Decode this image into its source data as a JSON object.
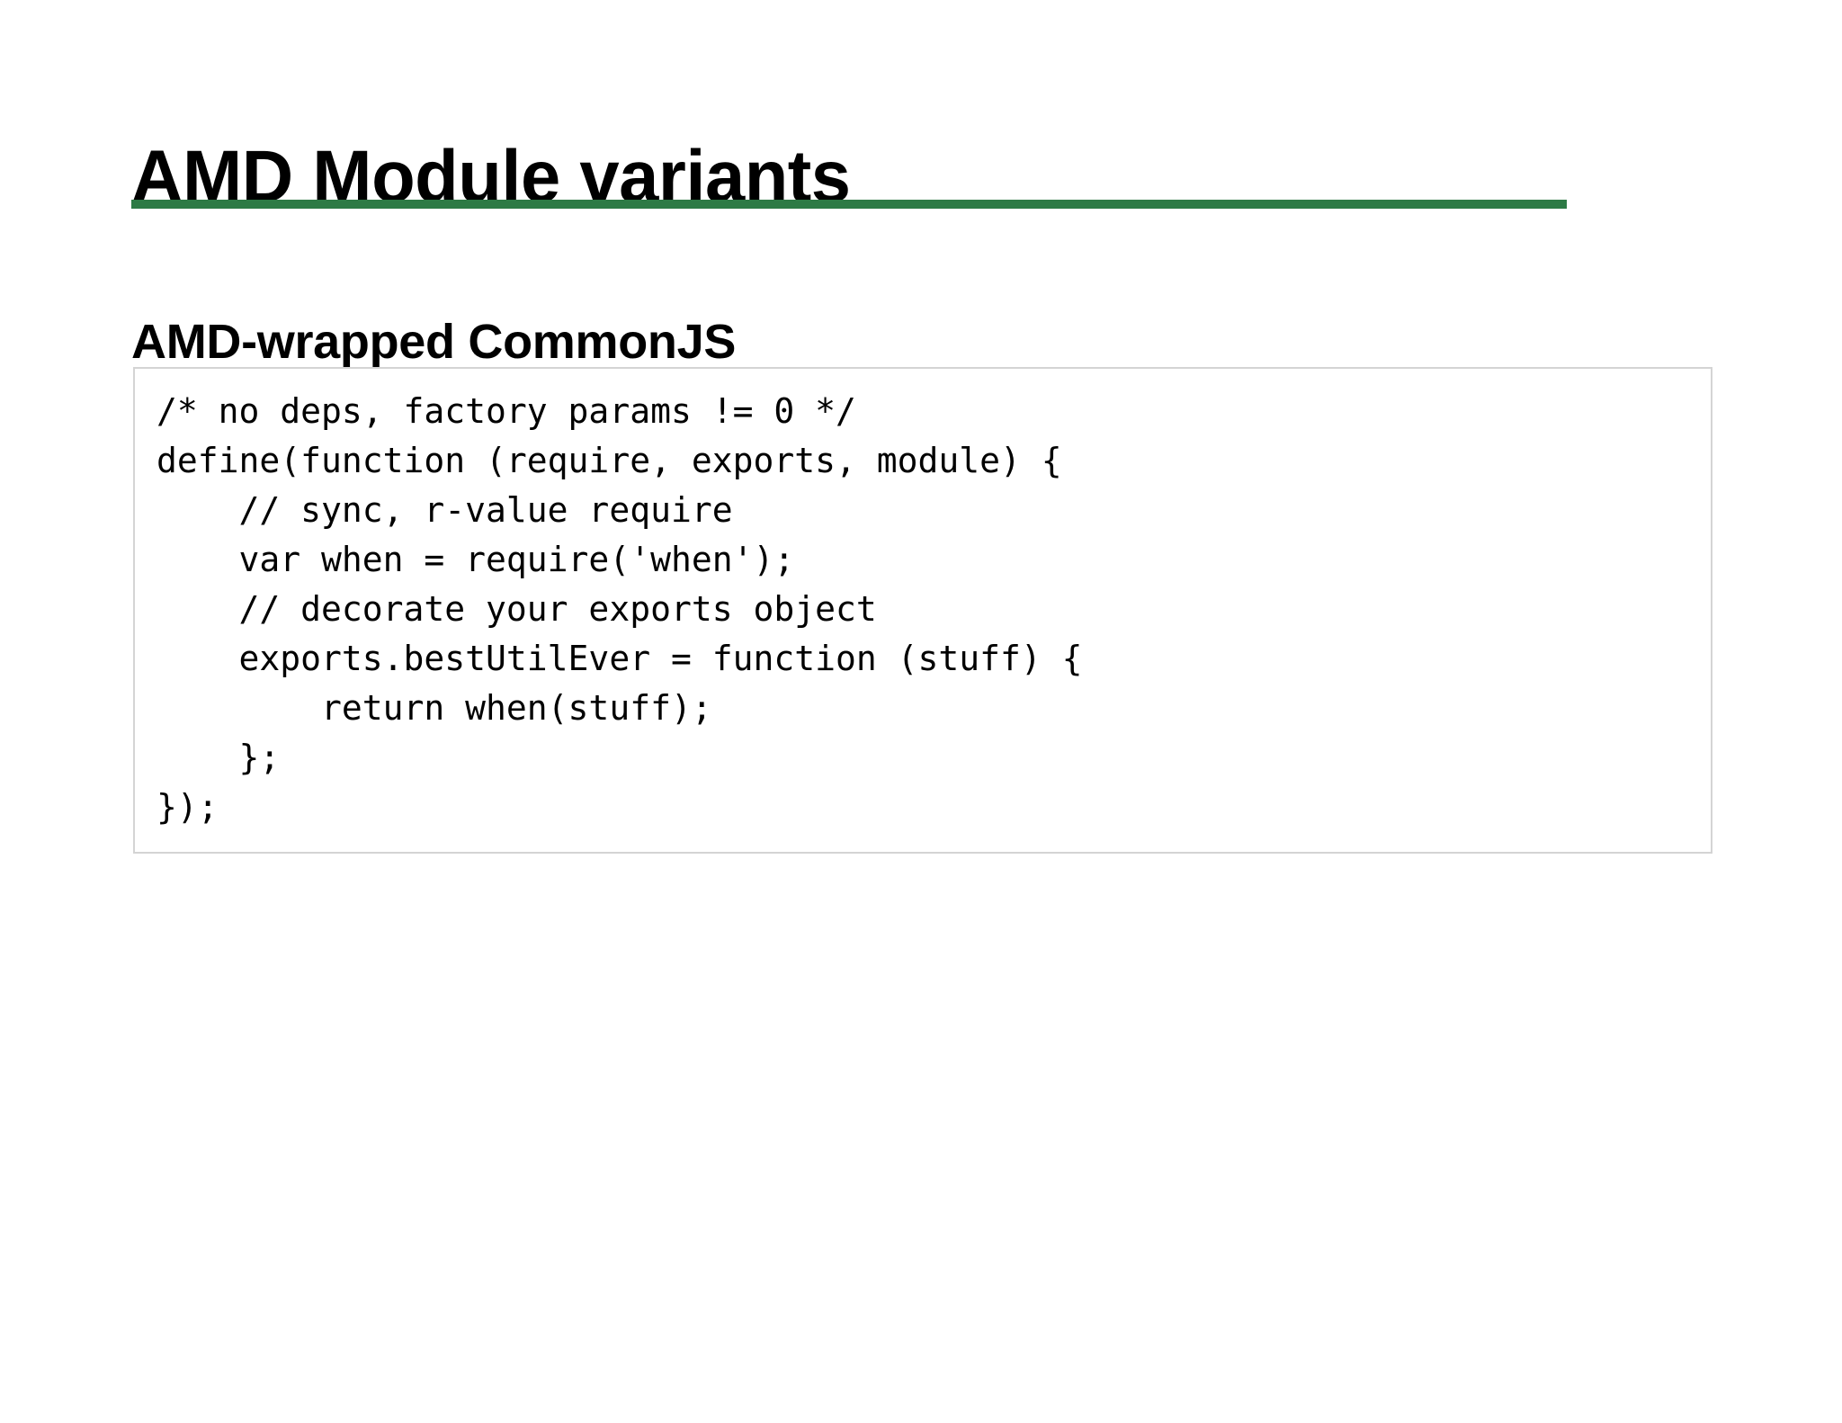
{
  "slide": {
    "title": "AMD Module variants",
    "section_heading": "AMD-wrapped CommonJS",
    "accent_color": "#2d7a45",
    "text_color": "#000000",
    "background_color": "#ffffff",
    "code_border_color": "#d4d4d4"
  },
  "code_block": {
    "language": "javascript",
    "lines": [
      "/* no deps, factory params != 0 */",
      "define(function (require, exports, module) {",
      "    // sync, r-value require",
      "    var when = require('when');",
      "    // decorate your exports object",
      "    exports.bestUtilEver = function (stuff) {",
      "        return when(stuff);",
      "    };",
      "});"
    ],
    "full_text": "/* no deps, factory params != 0 */\ndefine(function (require, exports, module) {\n    // sync, r-value require\n    var when = require('when');\n    // decorate your exports object\n    exports.bestUtilEver = function (stuff) {\n        return when(stuff);\n    };\n});"
  }
}
